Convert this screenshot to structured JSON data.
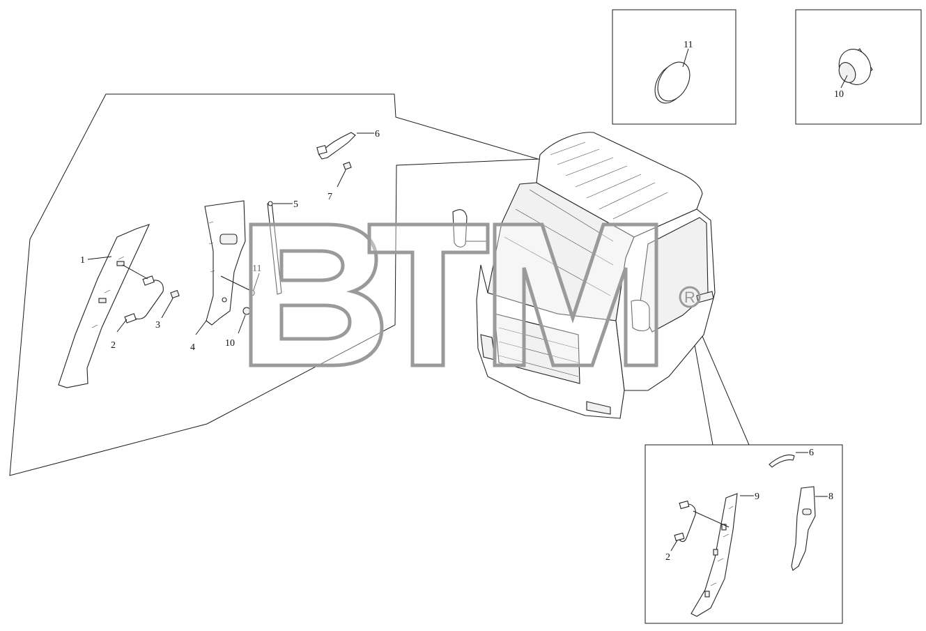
{
  "diagram": {
    "labels": {
      "main_1": "1",
      "main_2": "2",
      "main_3": "3",
      "main_4": "4",
      "main_5": "5",
      "main_6": "6",
      "main_7": "7",
      "main_10": "10",
      "main_11": "11",
      "inset11_label": "11",
      "inset10_label": "10",
      "rh_2": "2",
      "rh_6": "6",
      "rh_8": "8",
      "rh_9": "9"
    }
  },
  "watermark": {
    "logo": "BTM",
    "mark": "R"
  },
  "colors": {
    "line": "#1a1a1a",
    "watermark": "#9a9a9a",
    "background": "#ffffff"
  }
}
